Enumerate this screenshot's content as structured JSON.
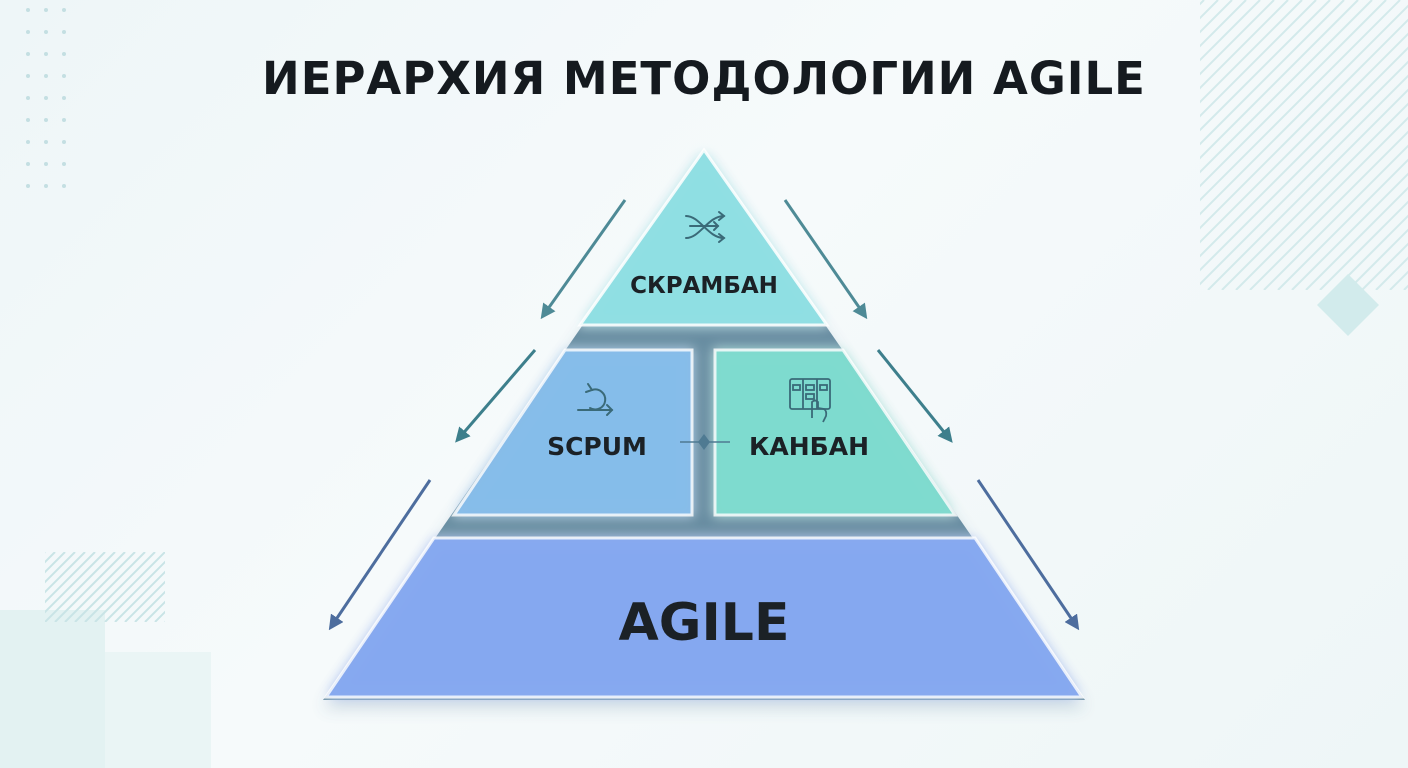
{
  "title": "ИЕРАРХИЯ МЕТОДОЛОГИИ AGILE",
  "levels": {
    "top": {
      "label": "СКРАМБАН",
      "icon": "merge-arrows-icon"
    },
    "middle_left": {
      "label": "SCPUM",
      "icon": "iteration-cycle-icon"
    },
    "middle_right": {
      "label": "КАНБАН",
      "icon": "kanban-board-icon"
    },
    "base": {
      "label": "AGILE"
    }
  },
  "colors": {
    "top": "#8fdfe4",
    "middle_left": "#86bdea",
    "middle_right": "#7edbcf",
    "base": "#86a9f0",
    "arrow": "#3d7f8c"
  }
}
